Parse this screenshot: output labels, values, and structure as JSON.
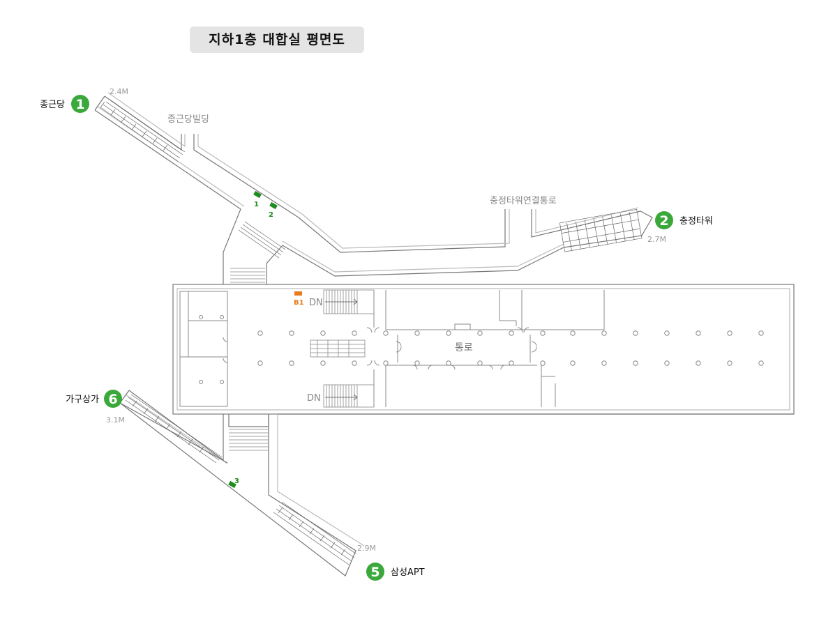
{
  "title": "지하1층 대합실 평면도",
  "colors": {
    "exit_badge": "#3aa83a",
    "marker": "#1e8c1e",
    "b1_marker": "#e87b1e",
    "wall": "#777777",
    "label_gray": "#888888"
  },
  "exits": [
    {
      "number": "1",
      "name": "종근당",
      "depth": "2.4M"
    },
    {
      "number": "2",
      "name": "충정타워",
      "depth": "2.7M"
    },
    {
      "number": "6",
      "name": "가구상가",
      "depth": "3.1M"
    },
    {
      "number": "5",
      "name": "삼성APT",
      "depth": "2.9M"
    }
  ],
  "building_labels": {
    "chongkundang_building": "종근당빌딩",
    "chungjeong_tower_passage": "충정타워연결통로"
  },
  "markers": [
    "1",
    "2",
    "3"
  ],
  "b1_label": "B1",
  "stairs": {
    "down_label": "DN"
  },
  "passage_label": "통로"
}
